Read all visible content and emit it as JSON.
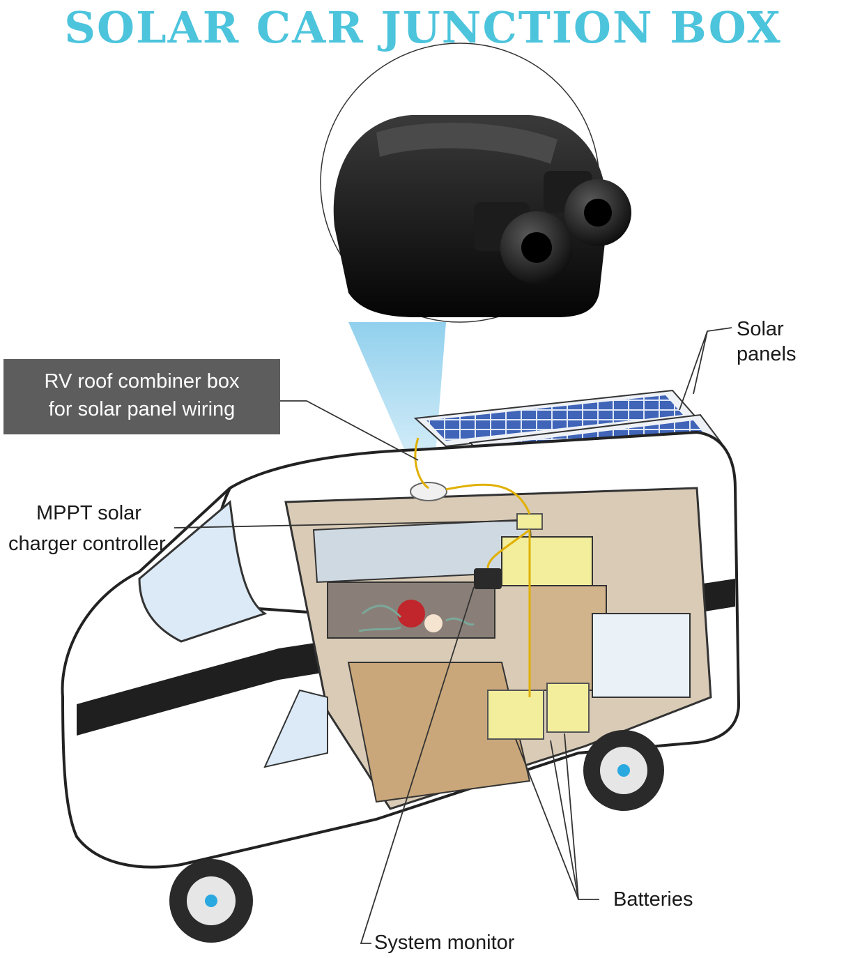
{
  "title": "SOLAR CAR JUNCTION BOX",
  "labels": {
    "solar_panels": "Solar panels",
    "rv_box_line1": "RV roof combiner box",
    "rv_box_line2": "for solar panel wiring",
    "mppt_line1": "MPPT solar",
    "mppt_line2": "charger controller",
    "batteries": "Batteries",
    "system_monitor": "System monitor"
  },
  "colors": {
    "title": "#4cc4dc",
    "callout_box": "#5d5d5d",
    "beam": "#7ec8ea",
    "battery": "#f3ee9c",
    "wire": "#e0b000"
  }
}
